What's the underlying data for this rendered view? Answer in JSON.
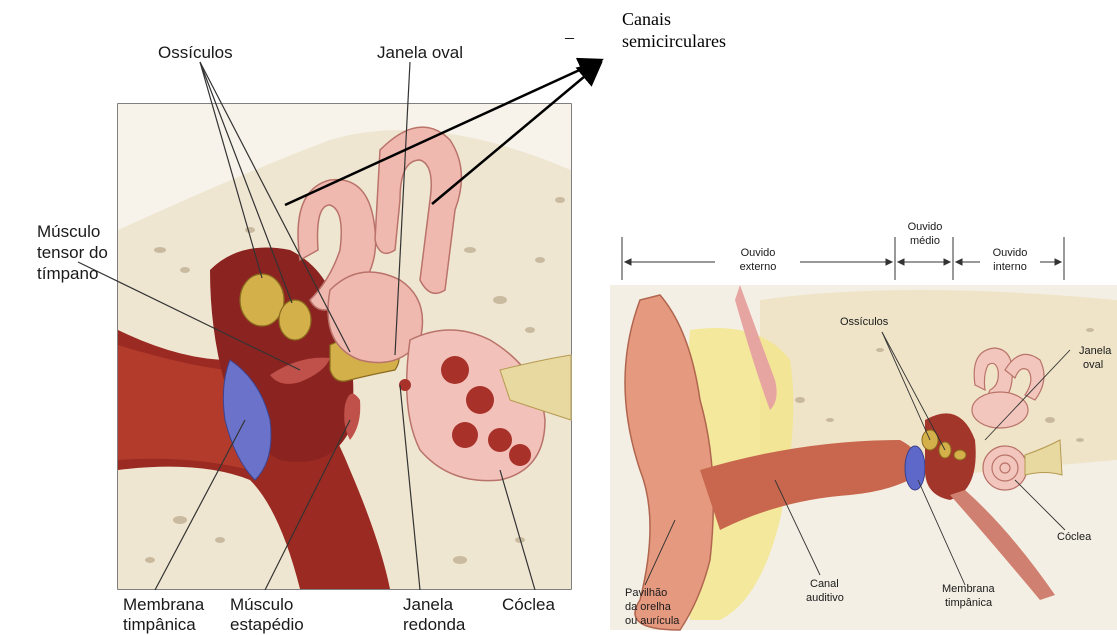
{
  "left_diagram": {
    "labels": {
      "ossiculos": "Ossículos",
      "janela_oval": "Janela oval",
      "musculo_tensor_line1": "Músculo",
      "musculo_tensor_line2": "tensor do",
      "musculo_tensor_line3": "tímpano",
      "membrana_line1": "Membrana",
      "membrana_line2": "timpânica",
      "musculo_estapedio_line1": "Músculo",
      "musculo_estapedio_line2": "estapédio",
      "janela_redonda_line1": "Janela",
      "janela_redonda_line2": "redonda",
      "coclea": "Cóclea"
    }
  },
  "annotation": {
    "canais_line1": "Canais",
    "canais_line2": "semicirculares",
    "dash": "–"
  },
  "right_diagram": {
    "regions": {
      "externo_line1": "Ouvido",
      "externo_line2": "externo",
      "medio_line1": "Ouvido",
      "medio_line2": "médio",
      "interno_line1": "Ouvido",
      "interno_line2": "interno"
    },
    "labels": {
      "ossiculos": "Ossículos",
      "janela_oval_line1": "Janela",
      "janela_oval_line2": "oval",
      "coclea": "Cóclea",
      "membrana_line1": "Membrana",
      "membrana_line2": "timpânica",
      "canal_line1": "Canal",
      "canal_line2": "auditivo",
      "pavilhao_line1": "Pavilhão",
      "pavilhao_line2": "da orelha",
      "pavilhao_line3": "ou aurícula"
    }
  }
}
